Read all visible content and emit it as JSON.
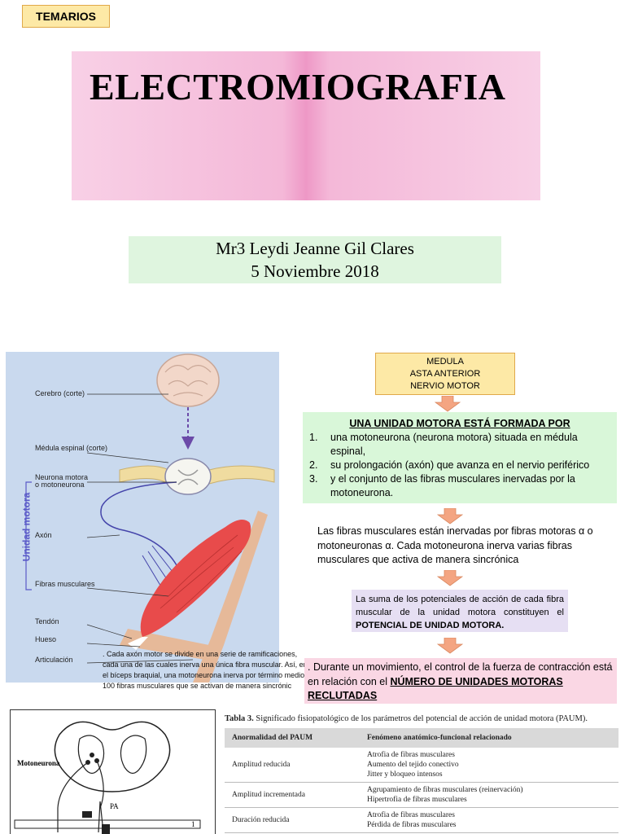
{
  "tag": {
    "label": "TEMARIOS"
  },
  "title": "ELECTROMIOGRAFIA",
  "author": {
    "name": "Mr3 Leydi Jeanne Gil Clares",
    "date": "5 Noviembre 2018"
  },
  "figure": {
    "side_label": "Unidad motora",
    "labels": [
      "Cerebro (corte)",
      "Médula espinal (corte)",
      "Neurona motora",
      "o motoneurona",
      "Axón",
      "Fibras musculares",
      "Tendón",
      "Hueso",
      "Articulación"
    ],
    "caption": ". Cada axón motor se divide en una serie de ramificaciones, cada una de las cuales inerva una única fibra muscular. Así, en el bíceps braquial, una motoneurona inerva por término medio 100 fibras musculares que se activan de manera sincrónic"
  },
  "medula_box": {
    "lines": [
      "MEDULA",
      "ASTA ANTERIOR",
      "NERVIO MOTOR"
    ]
  },
  "unidad_box": {
    "heading": "UNA UNIDAD MOTORA ESTÁ FORMADA POR",
    "items": [
      {
        "num": "1.",
        "text": "una motoneurona (neurona motora) situada en médula espinal,"
      },
      {
        "num": "2.",
        "text": "su prolongación (axón) que avanza en el nervio periférico"
      },
      {
        "num": "3.",
        "text": " y el conjunto de las fibras musculares inervadas por la motoneurona."
      }
    ]
  },
  "fibras_text": "Las fibras musculares están inervadas por fibras motoras α o motoneuronas α. Cada motoneurona inerva varias fibras musculares que activa de manera sincrónica",
  "potencial_box": {
    "text": "La suma de los potenciales de acción de cada fibra muscular de la unidad motora constituyen el ",
    "bold": "POTENCIAL DE UNIDAD MOTORA."
  },
  "movimiento_box": {
    "text": ". Durante un movimiento, el control de la fuerza de contracción está en relación con el ",
    "underlined": "NÚMERO DE UNIDADES MOTORAS RECLUTADAS"
  },
  "bottom_figure": {
    "motoneurona": "Motoneurona",
    "pa": "PA",
    "one": "1"
  },
  "tabla": {
    "title_bold": "Tabla 3.",
    "title": " Significado fisiopatológico de los parámetros del potencial de acción de unidad motora (PAUM).",
    "headers": [
      "Anormalidad del PAUM",
      "Fenómeno anatómico-funcional relacionado"
    ],
    "rows": [
      {
        "anormalidad": "Amplitud reducida",
        "fenomeno": [
          "Atrofia de fibras musculares",
          "Aumento del tejido conectivo",
          "Jitter y bloqueo intensos"
        ]
      },
      {
        "anormalidad": "Amplitud incrementada",
        "fenomeno": [
          "Agrupamiento de fibras musculares (reinervación)",
          "Hipertrofia de fibras musculares"
        ]
      },
      {
        "anormalidad": "Duración reducida",
        "fenomeno": [
          "Atrofia de fibras musculares",
          "Pérdida de fibras musculares"
        ]
      }
    ]
  },
  "colors": {
    "tag_bg": "#fde9a6",
    "title_bg": "#f4b8d8",
    "author_bg": "#dff5df",
    "green_bg": "#d9f7d9",
    "purple_bg": "#e6dff3",
    "pink_bg": "#fad7e4",
    "arrow": "#f4a582",
    "figure_bg": "#c9d9ee"
  }
}
